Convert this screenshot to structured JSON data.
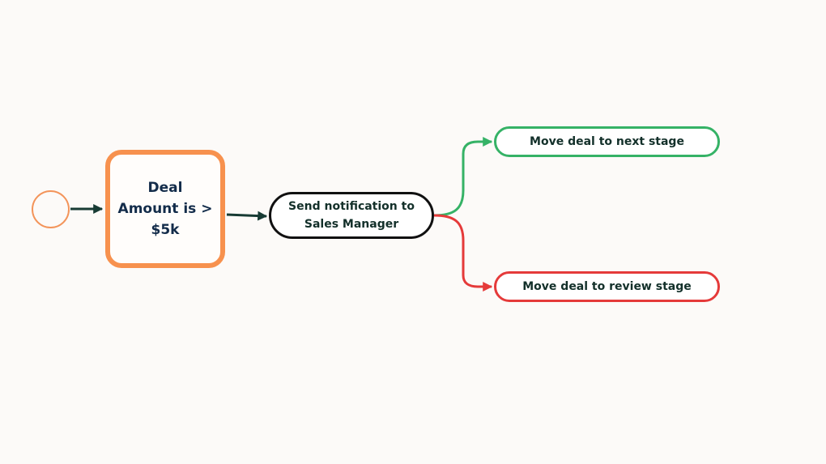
{
  "diagram": {
    "nodes": {
      "start": {
        "label": ""
      },
      "decision": {
        "label": "Deal\nAmount is >\n$5k"
      },
      "notify": {
        "label": "Send notification to\nSales Manager"
      },
      "next_stage": {
        "label": "Move deal to next stage"
      },
      "review_stage": {
        "label": "Move deal to review stage"
      }
    },
    "edges": [
      {
        "from": "start",
        "to": "decision"
      },
      {
        "from": "decision",
        "to": "notify"
      },
      {
        "from": "notify",
        "to": "next_stage"
      },
      {
        "from": "notify",
        "to": "review_stage"
      }
    ],
    "colors": {
      "start_outline": "#f3945a",
      "decision_outline": "#f7914e",
      "notify_outline": "#111111",
      "next_stage_outline": "#35b266",
      "review_stage_outline": "#e53a3a",
      "main_arrow": "#173b34",
      "text": "#13302a"
    }
  }
}
